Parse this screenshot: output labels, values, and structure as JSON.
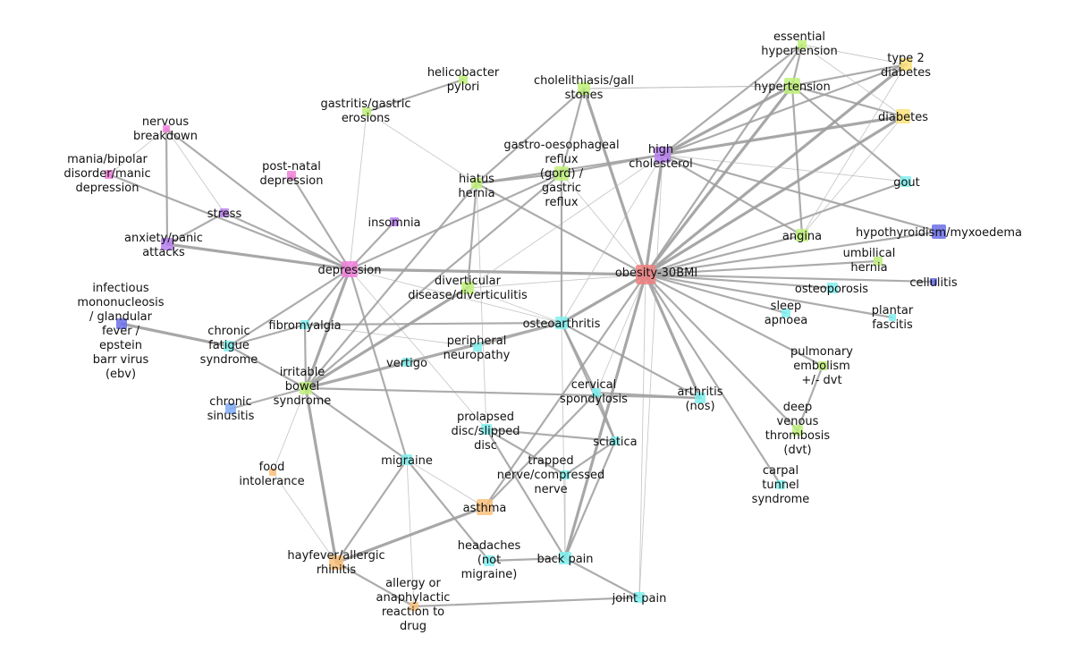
{
  "colors": {
    "green": "#bff07a",
    "yellow": "#fce27a",
    "cyan": "#7ff0ee",
    "magenta": "#f07fd9",
    "purple": "#b77ff0",
    "blue": "#7faaf5",
    "indigo": "#6a6ee8",
    "orange": "#fbbf7a",
    "red": "#f08080",
    "edge": "#9e9e9e"
  },
  "nodes": [
    {
      "id": "obesity",
      "lines": [
        "obesity-30BMI"
      ],
      "color": "red",
      "size": 22
    },
    {
      "id": "depression",
      "lines": [
        "depression"
      ],
      "color": "magenta",
      "size": 18
    },
    {
      "id": "osteoarthritis",
      "lines": [
        "osteoarthritis"
      ],
      "color": "cyan",
      "size": 14
    },
    {
      "id": "ibs",
      "lines": [
        "irritable",
        "bowel",
        "syndrome"
      ],
      "color": "green",
      "size": 14
    },
    {
      "id": "hypertension",
      "lines": [
        "hypertension"
      ],
      "color": "green",
      "size": 18
    },
    {
      "id": "high_chol",
      "lines": [
        "high",
        "cholesterol"
      ],
      "color": "purple",
      "size": 18
    },
    {
      "id": "diabetes",
      "lines": [
        "diabetes"
      ],
      "color": "yellow",
      "size": 16
    },
    {
      "id": "type2",
      "lines": [
        "type 2",
        "diabetes"
      ],
      "color": "yellow",
      "size": 14
    },
    {
      "id": "ess_hyp",
      "lines": [
        "essential",
        "hypertension"
      ],
      "color": "green",
      "size": 10
    },
    {
      "id": "gout",
      "lines": [
        "gout"
      ],
      "color": "cyan",
      "size": 12
    },
    {
      "id": "angina",
      "lines": [
        "angina"
      ],
      "color": "green",
      "size": 14
    },
    {
      "id": "hypothyroid",
      "lines": [
        "hypothyroidism/myxoedema"
      ],
      "color": "indigo",
      "size": 16
    },
    {
      "id": "umbilical",
      "lines": [
        "umbilical",
        "hernia"
      ],
      "color": "green",
      "size": 10
    },
    {
      "id": "cellulitis",
      "lines": [
        "cellulitis"
      ],
      "color": "indigo",
      "size": 8
    },
    {
      "id": "osteoporosis",
      "lines": [
        "osteoporosis"
      ],
      "color": "cyan",
      "size": 12
    },
    {
      "id": "sleep_apnoea",
      "lines": [
        "sleep",
        "apnoea"
      ],
      "color": "cyan",
      "size": 10
    },
    {
      "id": "plantar",
      "lines": [
        "plantar",
        "fascitis"
      ],
      "color": "cyan",
      "size": 8
    },
    {
      "id": "pe",
      "lines": [
        "pulmonary",
        "embolism",
        "+/- dvt"
      ],
      "color": "green",
      "size": 10
    },
    {
      "id": "dvt",
      "lines": [
        "deep",
        "venous",
        "thrombosis",
        "(dvt)"
      ],
      "color": "green",
      "size": 12
    },
    {
      "id": "carpal",
      "lines": [
        "carpal",
        "tunnel",
        "syndrome"
      ],
      "color": "cyan",
      "size": 10
    },
    {
      "id": "arthritis",
      "lines": [
        "arthritis",
        "(nos)"
      ],
      "color": "cyan",
      "size": 12
    },
    {
      "id": "cervical",
      "lines": [
        "cervical",
        "spondylosis"
      ],
      "color": "cyan",
      "size": 10
    },
    {
      "id": "sciatica",
      "lines": [
        "sciatica"
      ],
      "color": "cyan",
      "size": 10
    },
    {
      "id": "trapped",
      "lines": [
        "trapped",
        "nerve/compressed",
        "nerve"
      ],
      "color": "cyan",
      "size": 10
    },
    {
      "id": "prolapsed",
      "lines": [
        "prolapsed",
        "disc/slipped",
        "disc"
      ],
      "color": "cyan",
      "size": 12
    },
    {
      "id": "back_pain",
      "lines": [
        "back pain"
      ],
      "color": "cyan",
      "size": 14
    },
    {
      "id": "joint_pain",
      "lines": [
        "joint pain"
      ],
      "color": "cyan",
      "size": 12
    },
    {
      "id": "headaches",
      "lines": [
        "headaches",
        "(not",
        "migraine)"
      ],
      "color": "cyan",
      "size": 12
    },
    {
      "id": "asthma",
      "lines": [
        "asthma"
      ],
      "color": "orange",
      "size": 18
    },
    {
      "id": "migraine",
      "lines": [
        "migraine"
      ],
      "color": "cyan",
      "size": 12
    },
    {
      "id": "hayfever",
      "lines": [
        "hayfever/allergic",
        "rhinitis"
      ],
      "color": "orange",
      "size": 16
    },
    {
      "id": "allergy",
      "lines": [
        "allergy or",
        "anaphylactic",
        "reaction to",
        "drug"
      ],
      "color": "orange",
      "size": 10
    },
    {
      "id": "food",
      "lines": [
        "food",
        "intolerance"
      ],
      "color": "orange",
      "size": 8
    },
    {
      "id": "chronic_sin",
      "lines": [
        "chronic",
        "sinusitis"
      ],
      "color": "blue",
      "size": 12
    },
    {
      "id": "cfs",
      "lines": [
        "chronic",
        "fatigue",
        "syndrome"
      ],
      "color": "cyan",
      "size": 12
    },
    {
      "id": "fibromyalgia",
      "lines": [
        "fibromyalgia"
      ],
      "color": "cyan",
      "size": 10
    },
    {
      "id": "vertigo",
      "lines": [
        "vertigo"
      ],
      "color": "cyan",
      "size": 10
    },
    {
      "id": "peripheral",
      "lines": [
        "peripheral",
        "neuropathy"
      ],
      "color": "cyan",
      "size": 10
    },
    {
      "id": "diverticular",
      "lines": [
        "diverticular",
        "disease/diverticulitis"
      ],
      "color": "green",
      "size": 14
    },
    {
      "id": "hiatus",
      "lines": [
        "hiatus",
        "hernia"
      ],
      "color": "green",
      "size": 12
    },
    {
      "id": "gord",
      "lines": [
        "gastro-oesophageal",
        "reflux",
        "(gord) /",
        "gastric",
        "reflux"
      ],
      "color": "green",
      "size": 16
    },
    {
      "id": "chole",
      "lines": [
        "cholelithiasis/gall",
        "stones"
      ],
      "color": "green",
      "size": 14
    },
    {
      "id": "helico",
      "lines": [
        "helicobacter",
        "pylori"
      ],
      "color": "green",
      "size": 10
    },
    {
      "id": "gastritis",
      "lines": [
        "gastritis/gastric",
        "erosions"
      ],
      "color": "green",
      "size": 10
    },
    {
      "id": "insomnia",
      "lines": [
        "insomnia"
      ],
      "color": "purple",
      "size": 10
    },
    {
      "id": "post_natal",
      "lines": [
        "post-natal",
        "depression"
      ],
      "color": "magenta",
      "size": 10
    },
    {
      "id": "stress",
      "lines": [
        "stress"
      ],
      "color": "purple",
      "size": 10
    },
    {
      "id": "anxiety",
      "lines": [
        "anxiety/panic",
        "attacks"
      ],
      "color": "purple",
      "size": 14
    },
    {
      "id": "nervous",
      "lines": [
        "nervous",
        "breakdown"
      ],
      "color": "magenta",
      "size": 8
    },
    {
      "id": "mania",
      "lines": [
        "mania/bipolar",
        "disorder/manic",
        "depression"
      ],
      "color": "magenta",
      "size": 10
    },
    {
      "id": "infectious",
      "lines": [
        "infectious",
        "mononucleosis",
        "/ glandular",
        "fever /",
        "epstein",
        "barr virus",
        "(ebv)"
      ],
      "color": "indigo",
      "size": 12
    }
  ],
  "edges": [
    [
      "obesity",
      "hypertension",
      "thick"
    ],
    [
      "obesity",
      "type2",
      "thick"
    ],
    [
      "obesity",
      "diabetes",
      "thick"
    ],
    [
      "obesity",
      "ess_hyp",
      "medium"
    ],
    [
      "obesity",
      "high_chol",
      "thick"
    ],
    [
      "obesity",
      "gout",
      "medium"
    ],
    [
      "obesity",
      "angina",
      "medium"
    ],
    [
      "obesity",
      "hypothyroid",
      "medium"
    ],
    [
      "obesity",
      "umbilical",
      "medium"
    ],
    [
      "obesity",
      "cellulitis",
      "medium"
    ],
    [
      "obesity",
      "osteoporosis",
      "medium"
    ],
    [
      "obesity",
      "sleep_apnoea",
      "medium"
    ],
    [
      "obesity",
      "plantar",
      "medium"
    ],
    [
      "obesity",
      "pe",
      "medium"
    ],
    [
      "obesity",
      "dvt",
      "medium"
    ],
    [
      "obesity",
      "carpal",
      "medium"
    ],
    [
      "obesity",
      "arthritis",
      "thick"
    ],
    [
      "obesity",
      "osteoarthritis",
      "thick"
    ],
    [
      "obesity",
      "back_pain",
      "thick"
    ],
    [
      "obesity",
      "joint_pain",
      "thin"
    ],
    [
      "obesity",
      "depression",
      "thick"
    ],
    [
      "obesity",
      "chole",
      "thick"
    ],
    [
      "obesity",
      "hiatus",
      "medium"
    ],
    [
      "obesity",
      "gord",
      "thin"
    ],
    [
      "obesity",
      "asthma",
      "medium"
    ],
    [
      "obesity",
      "diverticular",
      "thin"
    ],
    [
      "obesity",
      "cervical",
      "thin"
    ],
    [
      "high_chol",
      "hypertension",
      "thick"
    ],
    [
      "high_chol",
      "type2",
      "medium"
    ],
    [
      "high_chol",
      "diabetes",
      "thick"
    ],
    [
      "high_chol",
      "angina",
      "medium"
    ],
    [
      "high_chol",
      "hypothyroid",
      "medium"
    ],
    [
      "high_chol",
      "hiatus",
      "medium"
    ],
    [
      "high_chol",
      "gout",
      "thin"
    ],
    [
      "high_chol",
      "ess_hyp",
      "medium"
    ],
    [
      "high_chol",
      "diverticular",
      "thin"
    ],
    [
      "hypertension",
      "ess_hyp",
      "medium"
    ],
    [
      "hypertension",
      "type2",
      "medium"
    ],
    [
      "hypertension",
      "diabetes",
      "medium"
    ],
    [
      "hypertension",
      "angina",
      "medium"
    ],
    [
      "hypertension",
      "gout",
      "medium"
    ],
    [
      "hypertension",
      "chole",
      "thin"
    ],
    [
      "ess_hyp",
      "type2",
      "thin"
    ],
    [
      "ess_hyp",
      "diabetes",
      "thin"
    ],
    [
      "type2",
      "angina",
      "thin"
    ],
    [
      "diabetes",
      "angina",
      "thin"
    ],
    [
      "pe",
      "dvt",
      "medium"
    ],
    [
      "depression",
      "anxiety",
      "thick"
    ],
    [
      "depression",
      "stress",
      "medium"
    ],
    [
      "depression",
      "nervous",
      "medium"
    ],
    [
      "depression",
      "post_natal",
      "medium"
    ],
    [
      "depression",
      "insomnia",
      "medium"
    ],
    [
      "depression",
      "mania",
      "medium"
    ],
    [
      "depression",
      "ibs",
      "thick"
    ],
    [
      "depression",
      "cfs",
      "medium"
    ],
    [
      "depression",
      "fibromyalgia",
      "medium"
    ],
    [
      "depression",
      "migraine",
      "medium"
    ],
    [
      "depression",
      "gord",
      "medium"
    ],
    [
      "depression",
      "gastritis",
      "thin"
    ],
    [
      "depression",
      "osteoarthritis",
      "thin"
    ],
    [
      "depression",
      "prolapsed",
      "thin"
    ],
    [
      "anxiety",
      "nervous",
      "medium"
    ],
    [
      "anxiety",
      "stress",
      "medium"
    ],
    [
      "mania",
      "nervous",
      "thin"
    ],
    [
      "nervous",
      "stress",
      "thin"
    ],
    [
      "infectious",
      "cfs",
      "thick"
    ],
    [
      "cfs",
      "fibromyalgia",
      "medium"
    ],
    [
      "cfs",
      "ibs",
      "medium"
    ],
    [
      "fibromyalgia",
      "ibs",
      "medium"
    ],
    [
      "fibromyalgia",
      "osteoarthritis",
      "medium"
    ],
    [
      "fibromyalgia",
      "peripheral",
      "thin"
    ],
    [
      "ibs",
      "diverticular",
      "thick"
    ],
    [
      "ibs",
      "hiatus",
      "medium"
    ],
    [
      "ibs",
      "chronic_sin",
      "medium"
    ],
    [
      "ibs",
      "migraine",
      "medium"
    ],
    [
      "ibs",
      "hayfever",
      "thick"
    ],
    [
      "ibs",
      "food",
      "thin"
    ],
    [
      "ibs",
      "osteoarthritis",
      "thick"
    ],
    [
      "ibs",
      "arthritis",
      "medium"
    ],
    [
      "ibs",
      "vertigo",
      "thin"
    ],
    [
      "ibs",
      "gord",
      "medium"
    ],
    [
      "osteoarthritis",
      "gord",
      "medium"
    ],
    [
      "osteoarthritis",
      "cervical",
      "medium"
    ],
    [
      "osteoarthritis",
      "sciatica",
      "medium"
    ],
    [
      "osteoarthritis",
      "arthritis",
      "medium"
    ],
    [
      "osteoarthritis",
      "back_pain",
      "thin"
    ],
    [
      "osteoarthritis",
      "peripheral",
      "thin"
    ],
    [
      "osteoarthritis",
      "diverticular",
      "thin"
    ],
    [
      "osteoarthritis",
      "vertigo",
      "thin"
    ],
    [
      "osteoarthritis",
      "high_chol",
      "thin"
    ],
    [
      "gord",
      "hiatus",
      "medium"
    ],
    [
      "gord",
      "chole",
      "medium"
    ],
    [
      "gord",
      "high_chol",
      "medium"
    ],
    [
      "hiatus",
      "diverticular",
      "medium"
    ],
    [
      "hiatus",
      "chole",
      "medium"
    ],
    [
      "hiatus",
      "prolapsed",
      "thin"
    ],
    [
      "gastritis",
      "helico",
      "medium"
    ],
    [
      "gastritis",
      "hiatus",
      "thin"
    ],
    [
      "chole",
      "hypertension",
      "thin"
    ],
    [
      "cervical",
      "arthritis",
      "medium"
    ],
    [
      "cervical",
      "sciatica",
      "medium"
    ],
    [
      "cervical",
      "asthma",
      "medium"
    ],
    [
      "prolapsed",
      "sciatica",
      "medium"
    ],
    [
      "prolapsed",
      "trapped",
      "medium"
    ],
    [
      "prolapsed",
      "back_pain",
      "medium"
    ],
    [
      "sciatica",
      "back_pain",
      "medium"
    ],
    [
      "sciatica",
      "trapped",
      "medium"
    ],
    [
      "trapped",
      "back_pain",
      "thin"
    ],
    [
      "back_pain",
      "headaches",
      "medium"
    ],
    [
      "back_pain",
      "joint_pain",
      "medium"
    ],
    [
      "joint_pain",
      "allergy",
      "medium"
    ],
    [
      "joint_pain",
      "high_chol",
      "thin"
    ],
    [
      "migraine",
      "headaches",
      "medium"
    ],
    [
      "migraine",
      "hayfever",
      "medium"
    ],
    [
      "migraine",
      "allergy",
      "thin"
    ],
    [
      "migraine",
      "asthma",
      "thin"
    ],
    [
      "asthma",
      "hayfever",
      "thick"
    ],
    [
      "hayfever",
      "allergy",
      "medium"
    ],
    [
      "hayfever",
      "food",
      "thin"
    ],
    [
      "chronic_sin",
      "ibs",
      "thin"
    ]
  ]
}
